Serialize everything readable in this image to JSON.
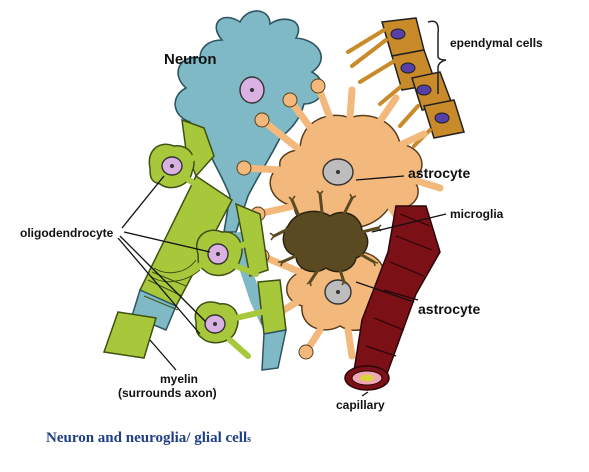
{
  "labels": {
    "neuron": "Neuron",
    "ependymal": "ependymal cells",
    "astrocyte_top": "astrocyte",
    "microglia": "microglia",
    "astrocyte_bottom": "astrocyte",
    "oligodendrocyte": "oligodendrocyte",
    "myelin_line1": "myelin",
    "myelin_line2": "(surrounds axon)",
    "capillary": "capillary"
  },
  "caption": {
    "main": "Neuron and  neuroglia/ glial cell",
    "tail": "s"
  },
  "colors": {
    "neuron": "#7fb9c6",
    "oligodendrocyte": "#a8c83c",
    "astrocyte": "#f3b97c",
    "microglia": "#5a4a22",
    "capillary": "#7b1017",
    "ependymal": "#c98a2a",
    "nucleus_purple": "#d9b1e3",
    "caption": "#1f3f86"
  }
}
